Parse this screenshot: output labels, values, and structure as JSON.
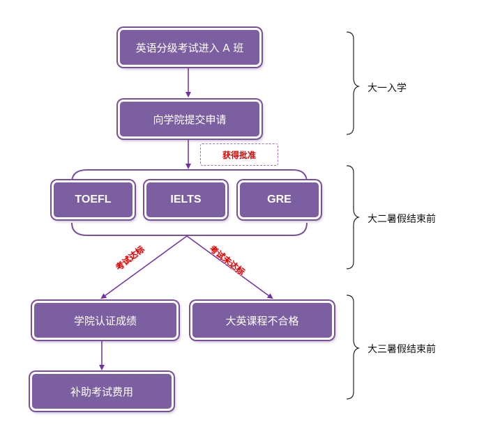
{
  "nodes": {
    "placement": "英语分级考试进入 A 班",
    "apply": "向学院提交申请",
    "toefl": "TOEFL",
    "ielts": "IELTS",
    "gre": "GRE",
    "certify": "学院认证成绩",
    "fail": "大英课程不合格",
    "subsidy": "补助考试费用"
  },
  "badges": {
    "approved": "获得批准"
  },
  "edge_labels": {
    "passed": "考试达标",
    "not_passed": "考试未达标"
  },
  "phases": {
    "year1": "大一入学",
    "year2": "大二暑假结束前",
    "year3": "大三暑假结束前"
  },
  "colors": {
    "box_fill": "#7b5fa0",
    "box_border": "#7a4f9c",
    "arrow": "#7030a0",
    "highlight_text": "#e00000"
  }
}
